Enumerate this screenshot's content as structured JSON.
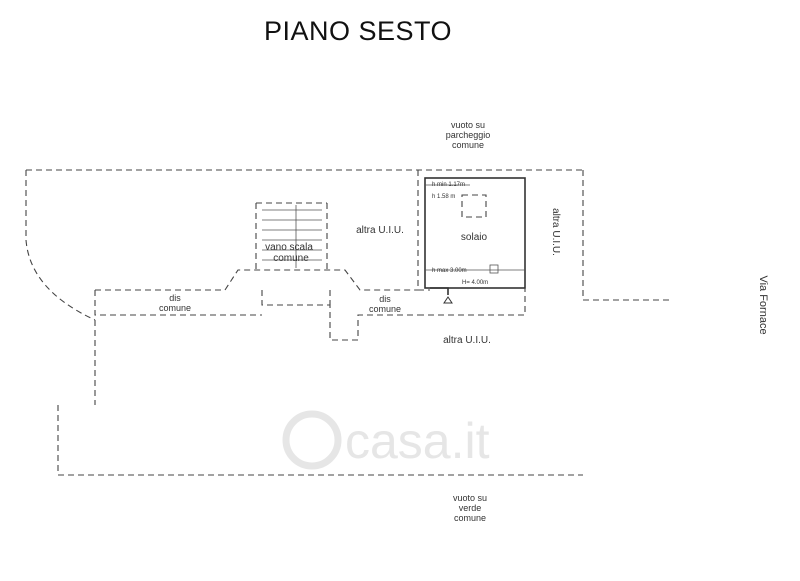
{
  "title": "PIANO SESTO",
  "labels": {
    "vuoto_parcheggio": [
      "vuoto su",
      "parcheggio",
      "comune"
    ],
    "altra_uiu_top": "altra U.I.U.",
    "altra_uiu_right": "altra U.I.U.",
    "altra_uiu_bottom": "altra U.I.U.",
    "vano_scala": [
      "vano scala",
      "comune"
    ],
    "solaio": "solaio",
    "dis_left": [
      "dis",
      "comune"
    ],
    "dis_right": [
      "dis",
      "comune"
    ],
    "h_min": "h min 1.17m",
    "h_mid": "h 1.58 m",
    "h_max": "h max 3.00m",
    "h_right": "H= 4.00m",
    "vuoto_verde": [
      "vuoto su",
      "verde",
      "comune"
    ],
    "street": "Via Fornace"
  },
  "watermark": "casa.it",
  "colors": {
    "line": "#444444",
    "text": "#333333",
    "watermark": "#e6e6e6"
  }
}
